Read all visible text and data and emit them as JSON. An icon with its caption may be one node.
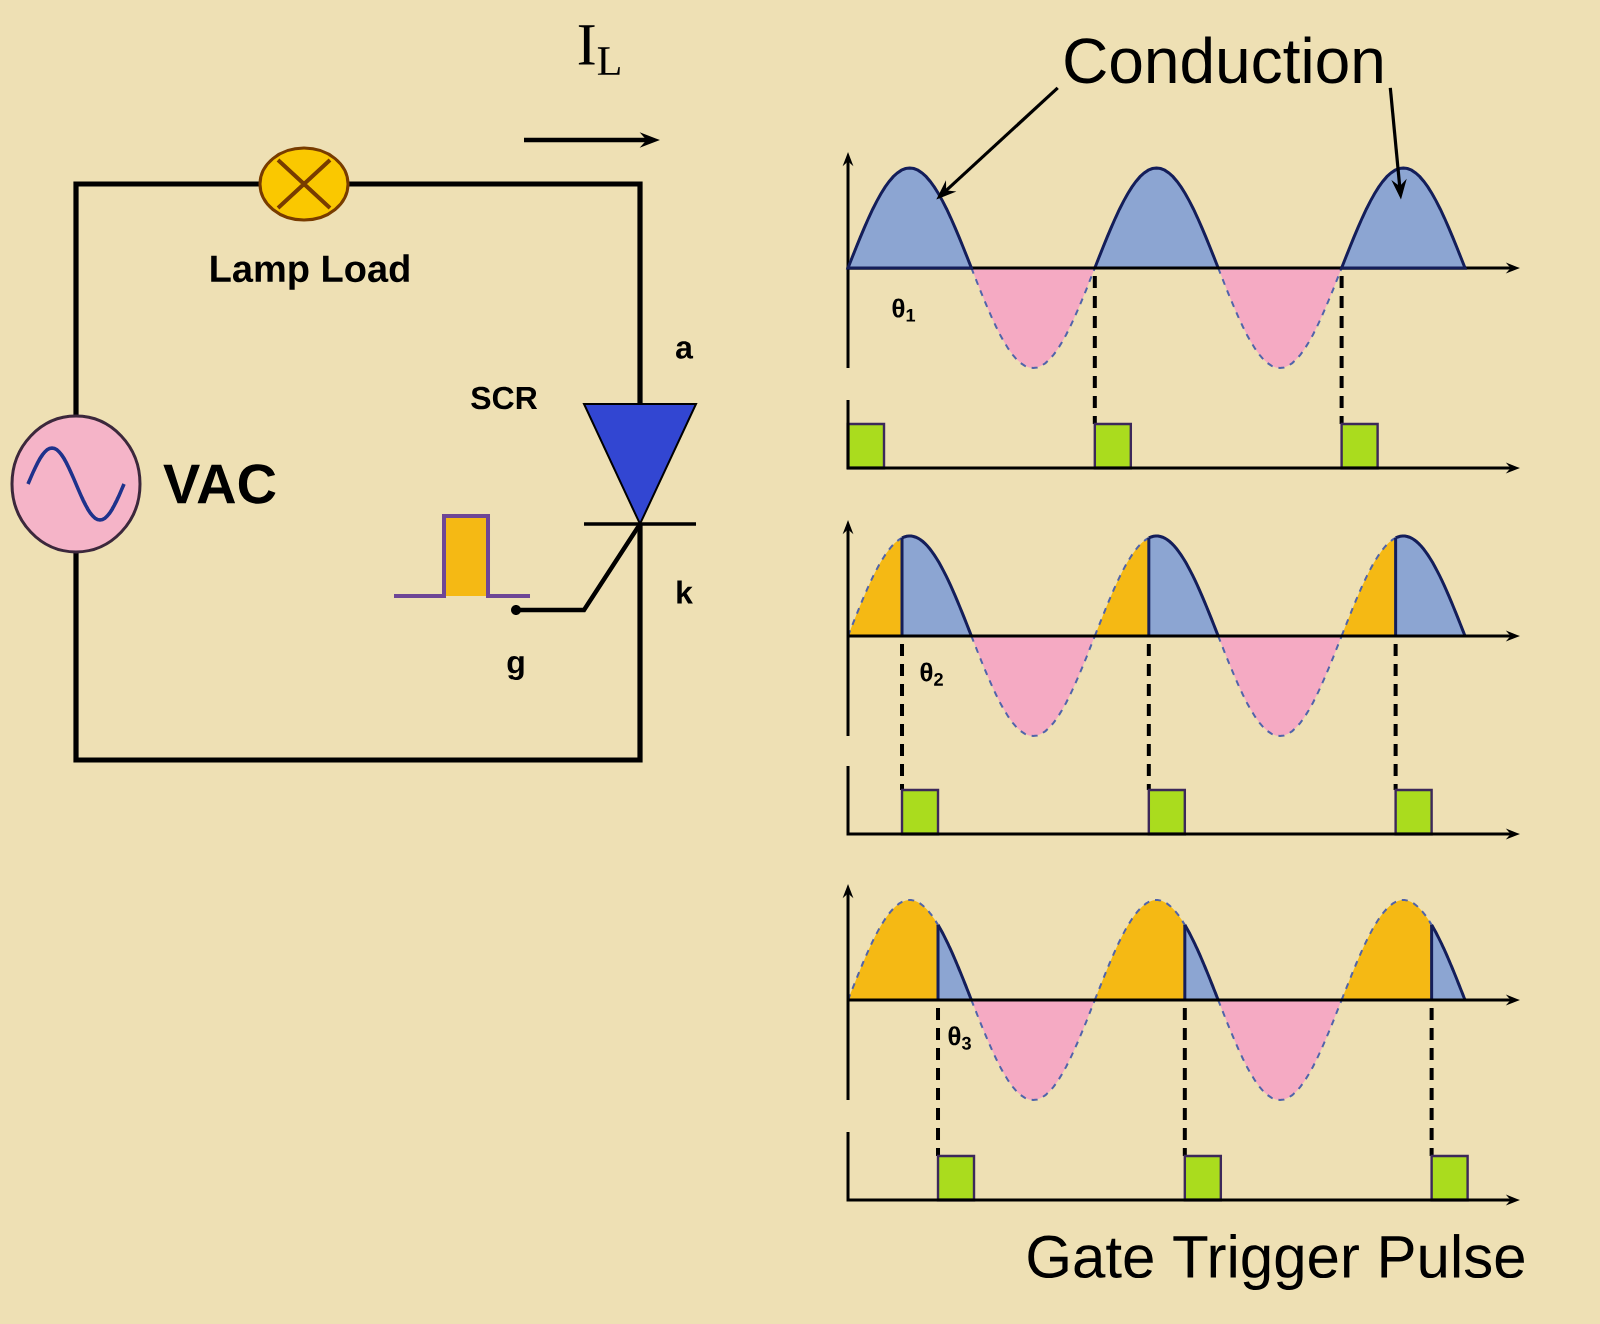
{
  "diagram": {
    "title": "Gate Trigger Pulse",
    "nodes": [
      {
        "text": [
          "Conduction"
        ]
      },
      {
        "text": [],
        "shape": "picture"
      },
      {
        "text": [],
        "shape": "picture"
      }
    ],
    "edges": [
      {
        "from": 0,
        "to": 1,
        "arrow": "to"
      },
      {
        "from": 0,
        "to": 2,
        "arrow": "to"
      }
    ],
    "labels": [
      "I$_{L}$",
      "Lamp Load",
      "VAC",
      "SCR",
      "a",
      "k",
      "g",
      "θ$_{1}$",
      "θ$_{2}$",
      "θ$_{3}$"
    ]
  }
}
